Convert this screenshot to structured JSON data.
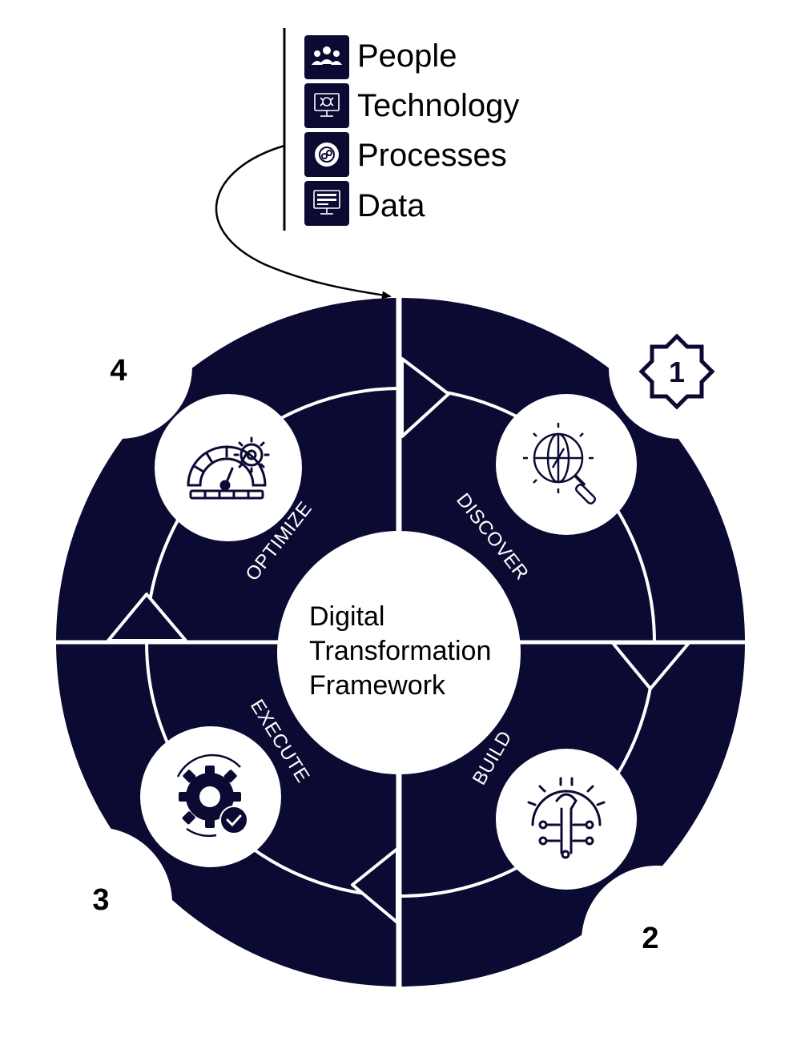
{
  "colors": {
    "navy": "#0b0a33",
    "white": "#ffffff",
    "text": "#000000"
  },
  "legend": {
    "items": [
      {
        "label": "People",
        "icon": "people-icon"
      },
      {
        "label": "Technology",
        "icon": "technology-icon"
      },
      {
        "label": "Processes",
        "icon": "processes-icon"
      },
      {
        "label": "Data",
        "icon": "data-icon"
      }
    ]
  },
  "center": {
    "lines": [
      "Digital",
      "Transformation",
      "Framework"
    ]
  },
  "phases": [
    {
      "label": "DISCOVER",
      "step": "1",
      "icon": "globe-magnifier-icon"
    },
    {
      "label": "BUILD",
      "step": "2",
      "icon": "gear-wrench-circuit-icon"
    },
    {
      "label": "EXECUTE",
      "step": "3",
      "icon": "gear-check-icon"
    },
    {
      "label": "OPTIMIZE",
      "step": "4",
      "icon": "speedometer-gear-icon"
    }
  ]
}
